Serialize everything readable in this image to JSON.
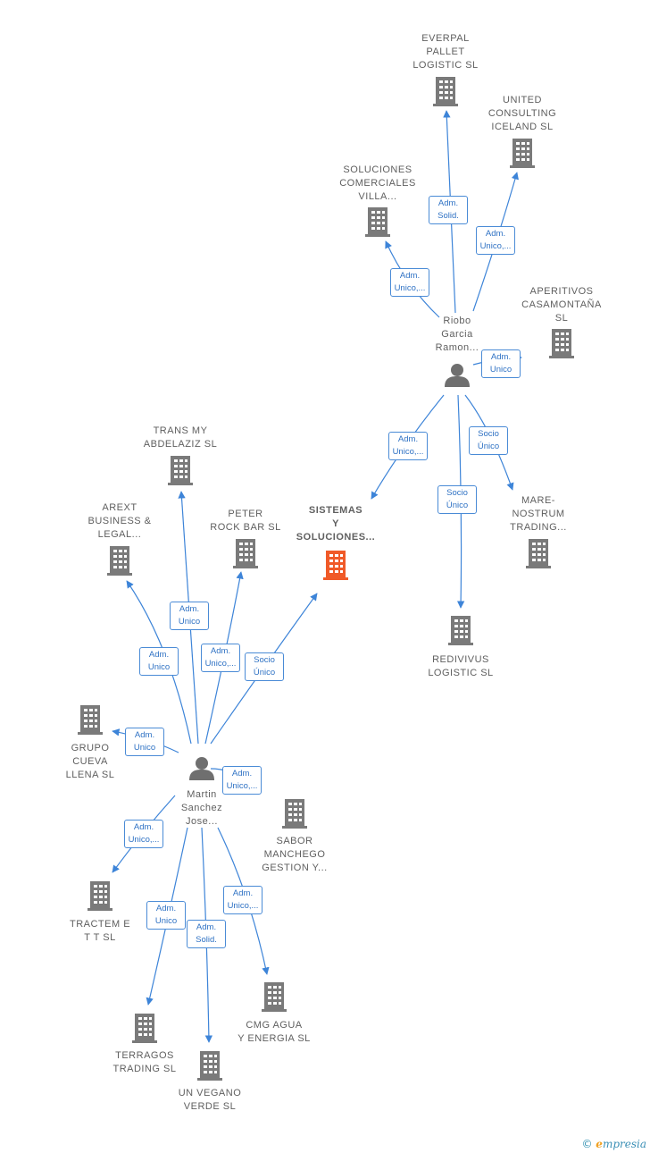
{
  "colors": {
    "edge": "#3d84d8",
    "building": "#7a7a7a",
    "building_main": "#f05a28",
    "person": "#6f6f6f"
  },
  "nodes": [
    {
      "id": "everpal",
      "label": "EVERPAL\nPALLET\nLOGISTIC  SL",
      "type": "company"
    },
    {
      "id": "united",
      "label": "UNITED\nCONSULTING\nICELAND  SL",
      "type": "company"
    },
    {
      "id": "soluciones",
      "label": "SOLUCIONES\nCOMERCIALES\nVILLA...",
      "type": "company"
    },
    {
      "id": "aperitivos",
      "label": "APERITIVOS\nCASAMONTAÑA\nSL",
      "type": "company"
    },
    {
      "id": "riobo",
      "label": "Riobo\nGarcia\nRamon...",
      "type": "person"
    },
    {
      "id": "mare",
      "label": "MARE-\nNOSTRUM\nTRADING...",
      "type": "company"
    },
    {
      "id": "redivivus",
      "label": "REDIVIVUS\nLOGISTIC  SL",
      "type": "company"
    },
    {
      "id": "sistemas",
      "label": "SISTEMAS\nY\nSOLUCIONES...",
      "type": "main"
    },
    {
      "id": "transmy",
      "label": "TRANS MY\nABDELAZIZ  SL",
      "type": "company"
    },
    {
      "id": "arext",
      "label": "AREXT\nBUSINESS &\nLEGAL...",
      "type": "company"
    },
    {
      "id": "peter",
      "label": "PETER\nROCK BAR  SL",
      "type": "company"
    },
    {
      "id": "grupo",
      "label": "GRUPO\nCUEVA\nLLENA SL",
      "type": "company"
    },
    {
      "id": "martin",
      "label": "Martin\nSanchez\nJose...",
      "type": "person"
    },
    {
      "id": "sabor",
      "label": "SABOR\nMANCHEGO\nGESTION Y...",
      "type": "company"
    },
    {
      "id": "tractem",
      "label": "TRACTEM E\nT T SL",
      "type": "company"
    },
    {
      "id": "cmg",
      "label": "CMG AGUA\nY ENERGIA  SL",
      "type": "company"
    },
    {
      "id": "terragos",
      "label": "TERRAGOS\nTRADING  SL",
      "type": "company"
    },
    {
      "id": "vegano",
      "label": "UN VEGANO\nVERDE  SL",
      "type": "company"
    }
  ],
  "edges": [
    {
      "from": "riobo",
      "to": "everpal",
      "label": "Adm.\nSolid."
    },
    {
      "from": "riobo",
      "to": "united",
      "label": "Adm.\nUnico,..."
    },
    {
      "from": "riobo",
      "to": "soluciones",
      "label": "Adm.\nUnico,..."
    },
    {
      "from": "riobo",
      "to": "aperitivos",
      "label": "Adm.\nUnico"
    },
    {
      "from": "riobo",
      "to": "sistemas",
      "label": "Adm.\nUnico,..."
    },
    {
      "from": "riobo",
      "to": "mare",
      "label": "Socio\nÚnico"
    },
    {
      "from": "riobo",
      "to": "redivivus",
      "label": "Socio\nÚnico"
    },
    {
      "from": "martin",
      "to": "transmy",
      "label": "Adm.\nUnico"
    },
    {
      "from": "martin",
      "to": "arext",
      "label": "Adm.\nUnico"
    },
    {
      "from": "martin",
      "to": "peter",
      "label": "Adm.\nUnico,..."
    },
    {
      "from": "martin",
      "to": "sistemas",
      "label": "Socio\nÚnico"
    },
    {
      "from": "martin",
      "to": "grupo",
      "label": "Adm.\nUnico"
    },
    {
      "from": "martin",
      "to": "sabor",
      "label": "Adm.\nUnico,..."
    },
    {
      "from": "martin",
      "to": "tractem",
      "label": "Adm.\nUnico,..."
    },
    {
      "from": "martin",
      "to": "terragos",
      "label": "Adm.\nUnico"
    },
    {
      "from": "martin",
      "to": "vegano",
      "label": "Adm.\nSolid."
    },
    {
      "from": "martin",
      "to": "cmg",
      "label": "Adm.\nUnico,..."
    }
  ],
  "footer": {
    "copyright": "©",
    "brand_initial": "e",
    "brand_rest": "mpresia"
  }
}
